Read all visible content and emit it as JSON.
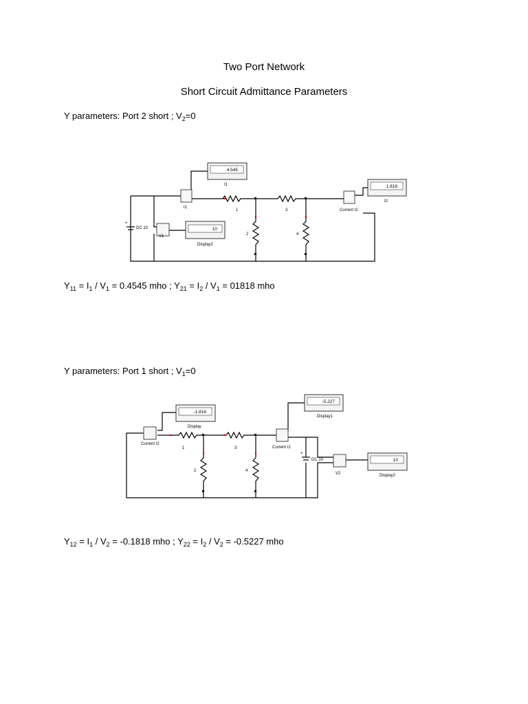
{
  "document": {
    "title": "Two Port Network",
    "subtitle": "Short Circuit Admittance Parameters",
    "section1": {
      "heading": {
        "prefix": "Y parameters: Port 2 short ; V",
        "sub": "2",
        "suffix": "=0"
      },
      "result": {
        "y11": "Y",
        "y11_sub": "11",
        "eq1a": " = I",
        "i1_sub": "1",
        "eq1b": " / V",
        "v1_sub": "1",
        "eq1c": " = 0.4545 mho  ; Y",
        "y21_sub": "21",
        "eq2a": " = I",
        "i2_sub": "2",
        "eq2b": " / V",
        "v1b_sub": "1",
        "eq2c": " = 01818 mho"
      },
      "circuit": {
        "source_label": "DC 10",
        "voltmeter_label": "V1",
        "ammeter1_label": "I1",
        "ammeter2_label": "Current I2",
        "display_i1_value": "4.545",
        "display_i1_label": "I1",
        "display_i2_value": "1.818",
        "display_i2_label": "I2",
        "display_v_value": "10",
        "display_v_label": "Display2",
        "r1": "1",
        "r2": "2",
        "r3": "3",
        "r4": "4"
      }
    },
    "section2": {
      "heading": {
        "prefix": "Y parameters: Port 1 short ; V",
        "sub": "1",
        "suffix": "=0"
      },
      "result": {
        "y12": "Y",
        "y12_sub": "12",
        "eq1a": " = I",
        "i1_sub": "1",
        "eq1b": " / V",
        "v2_sub": "2",
        "eq1c": " = -0.1818 mho  ; Y",
        "y22_sub": "22",
        "eq2a": " = I",
        "i2_sub": "2",
        "eq2b": " / V",
        "v2b_sub": "2",
        "eq2c": " = -0.5227 mho"
      },
      "circuit": {
        "source_label": "DC 10",
        "voltmeter_label": "V2",
        "ammeter1_label": "Current I2",
        "ammeter2_label": "Current I1",
        "display_a_value": "-1.818",
        "display_a_label": "Display",
        "display_b_value": "-5.227",
        "display_b_label": "Display1",
        "display_v_value": "10",
        "display_v_label": "Display2",
        "r1": "1",
        "r2": "2",
        "r3": "3",
        "r4": "4"
      }
    }
  }
}
